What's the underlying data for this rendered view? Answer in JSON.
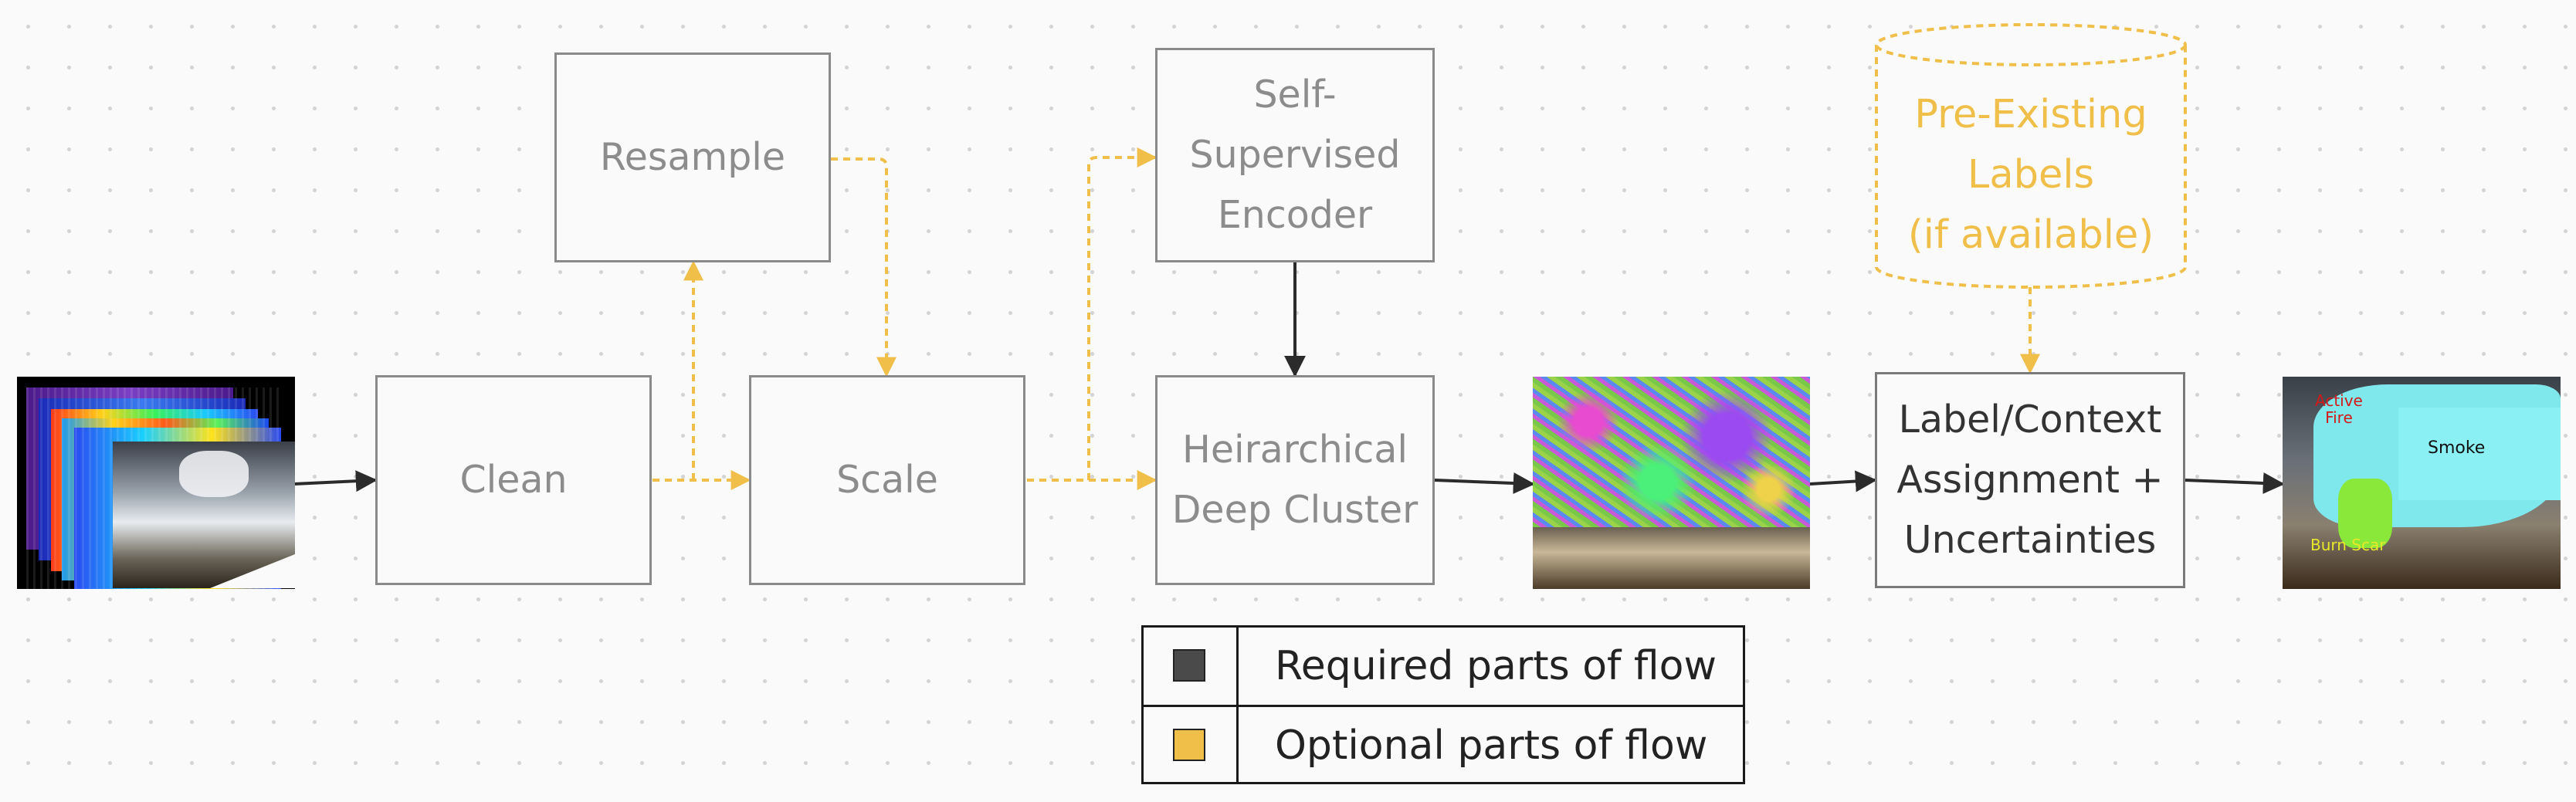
{
  "nodes": {
    "resample": "Resample",
    "clean": "Clean",
    "scale": "Scale",
    "encoder_line1": "Self-Supervised",
    "encoder_line2": "Encoder",
    "cluster_line1": "Heirarchical",
    "cluster_line2": "Deep Cluster",
    "assign_line1": "Label/Context",
    "assign_line2": "Assignment +",
    "assign_line3": "Uncertainties",
    "labels_line1": "Pre-Existing",
    "labels_line2": "Labels",
    "labels_line3": "(if available)"
  },
  "output_annotations": {
    "active_fire_line1": "Active",
    "active_fire_line2": "Fire",
    "smoke": "Smoke",
    "burn_scar": "Burn Scar"
  },
  "legend": [
    {
      "label": "Required parts of flow",
      "color": "#4a4a4a"
    },
    {
      "label": "Optional parts of flow",
      "color": "#f0bf4a"
    }
  ],
  "colors": {
    "required": "#2b2b2b",
    "optional": "#f0bf4a",
    "box_border": "#8a8a8a"
  }
}
